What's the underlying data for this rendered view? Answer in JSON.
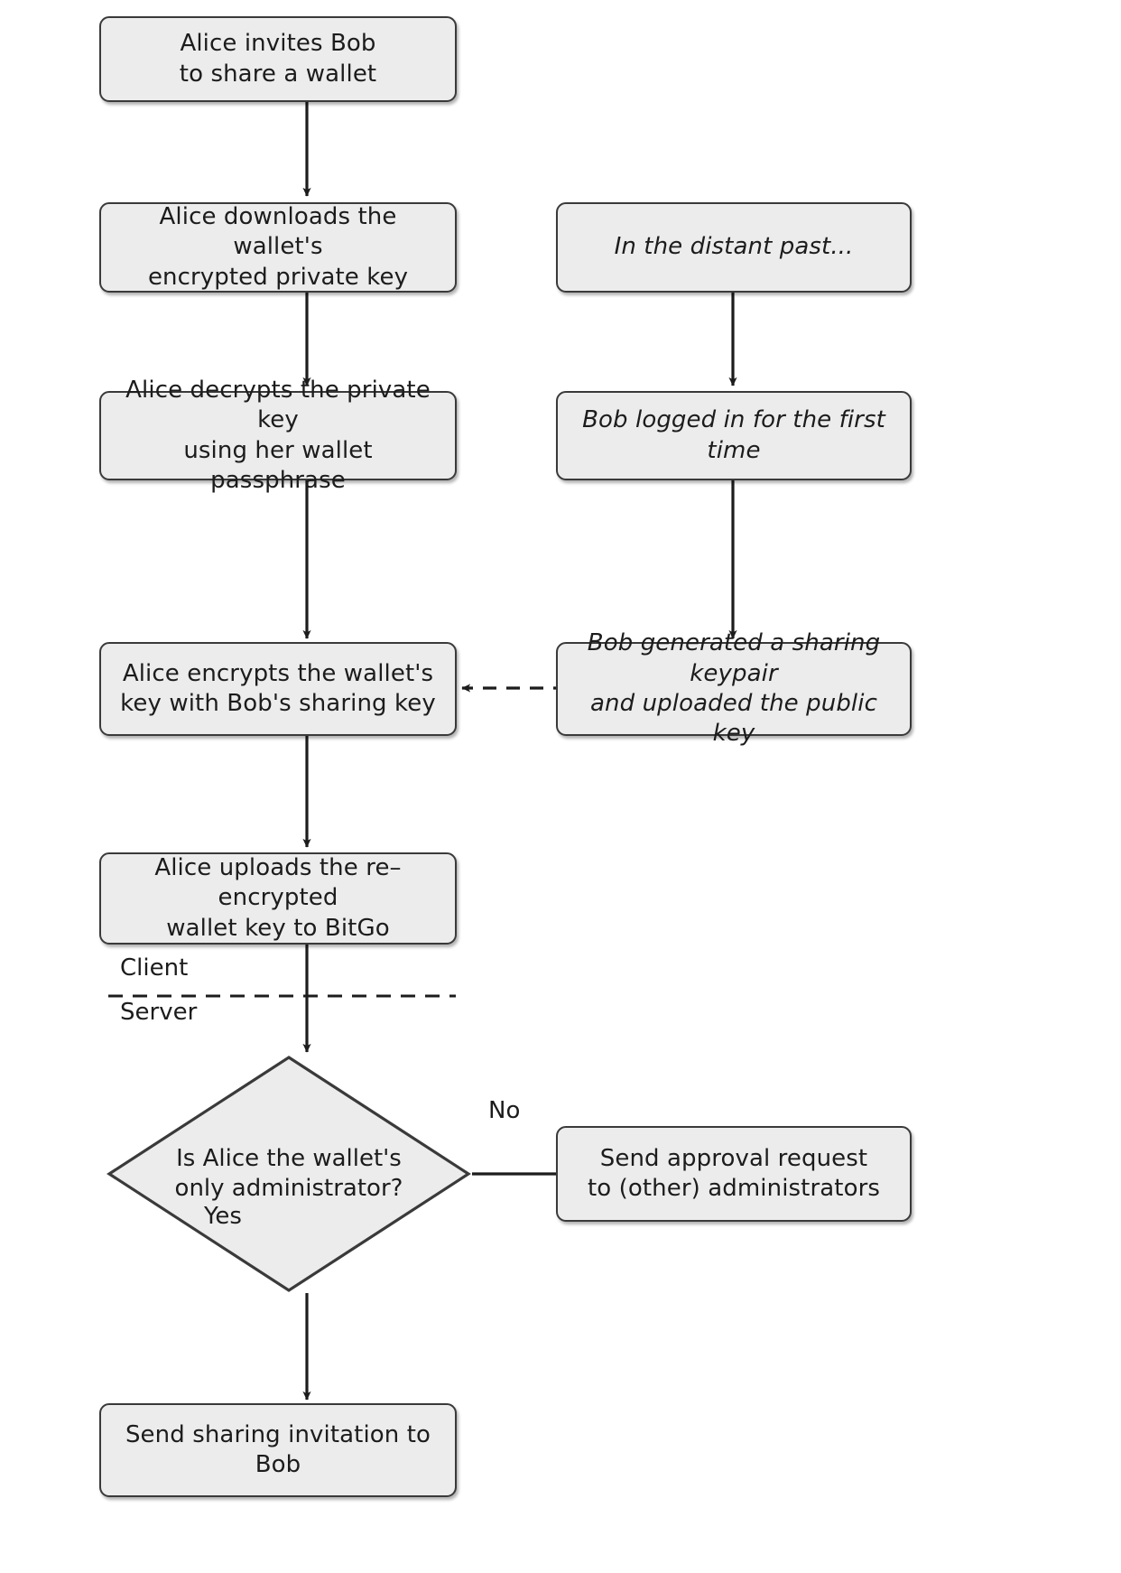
{
  "diagram": {
    "title": "Wallet sharing flow",
    "colors": {
      "node_fill": "#ececec",
      "node_stroke": "#3a3a3a",
      "edge_stroke": "#1c1c1c",
      "text": "#1c1c1c",
      "background": "#ffffff"
    },
    "nodes": {
      "alice_invites": "Alice invites Bob\nto share a wallet",
      "alice_downloads": "Alice downloads the wallet's\nencrypted private key",
      "alice_decrypts": "Alice decrypts the private key\nusing her wallet passphrase",
      "alice_encrypts": "Alice encrypts the wallet's\nkey with Bob's sharing key",
      "alice_uploads": "Alice uploads the re–encrypted\nwallet key to BitGo",
      "distant_past": "In the distant past...",
      "bob_logged_in": "Bob logged in for the first time",
      "bob_generated": "Bob generated a sharing keypair\nand uploaded the public key",
      "decision": "Is Alice the wallet's\nonly administrator?",
      "send_approval": "Send approval request\nto (other) administrators",
      "send_invitation": "Send sharing invitation to Bob"
    },
    "edge_labels": {
      "no": "No",
      "yes": "Yes"
    },
    "lanes": {
      "client": "Client",
      "server": "Server"
    }
  }
}
